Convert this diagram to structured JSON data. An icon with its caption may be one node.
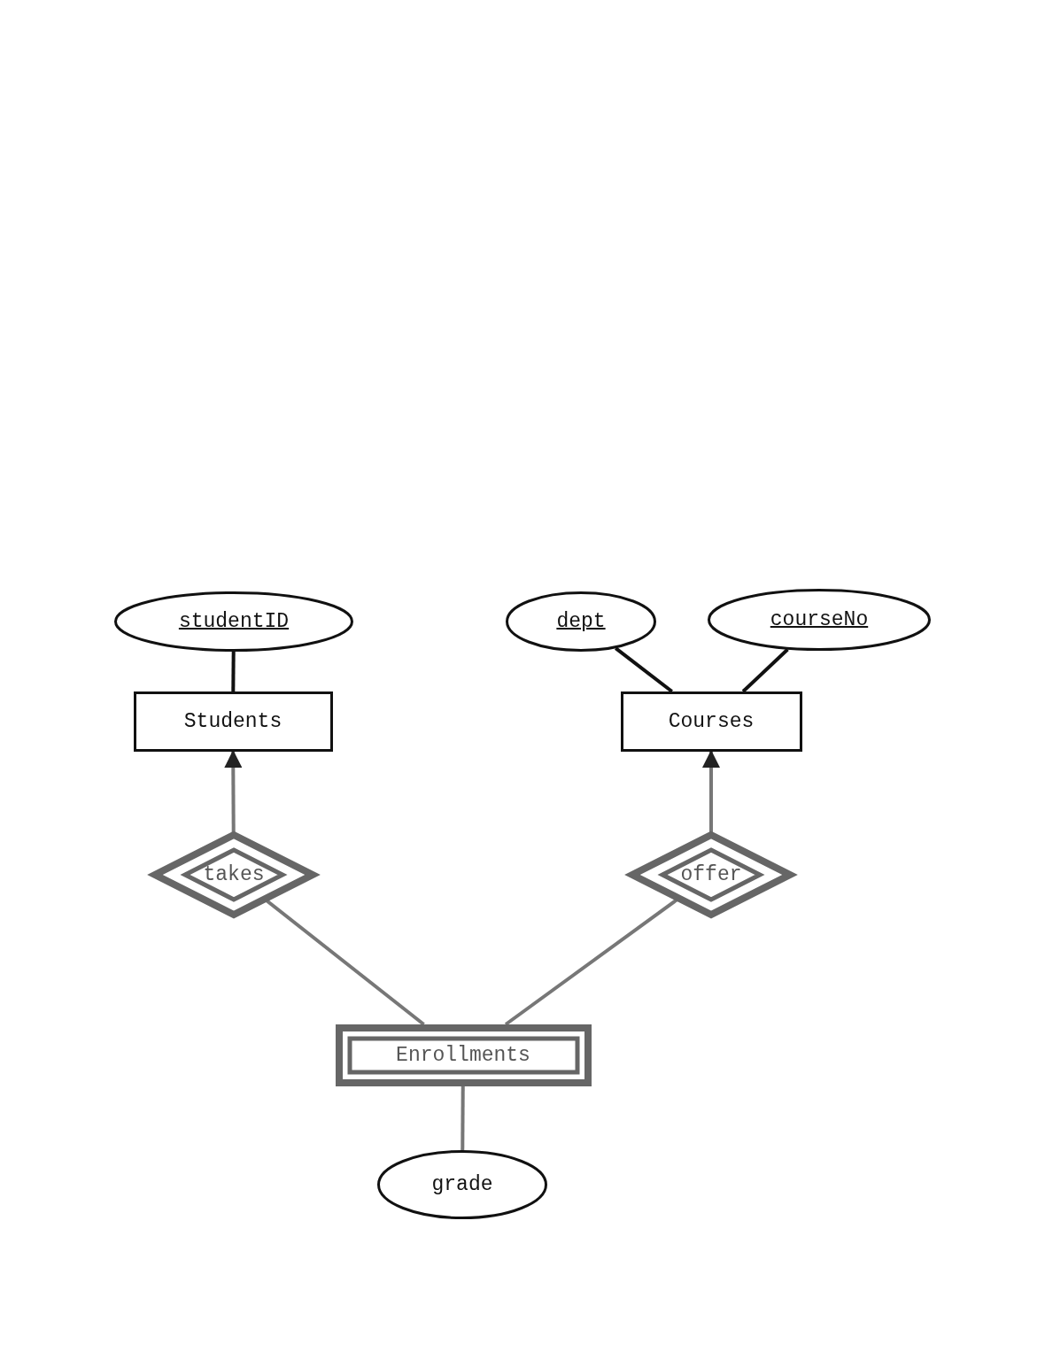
{
  "diagram": {
    "nodes": [
      {
        "text": [
          "studentID"
        ]
      },
      {
        "text": [
          "Students"
        ]
      },
      {
        "text": [
          "dept"
        ]
      },
      {
        "text": [
          "courseNo"
        ]
      },
      {
        "text": [
          "Courses"
        ]
      },
      {
        "text": [
          "takes"
        ]
      },
      {
        "text": [
          "offer"
        ]
      },
      {
        "text": [
          "Enrollments"
        ]
      },
      {
        "text": [
          "grade"
        ]
      }
    ],
    "edges": [
      {
        "from": 0,
        "to": 1,
        "arrow": "none",
        "color": "#111111"
      },
      {
        "from": 2,
        "to": 4,
        "arrow": "none",
        "color": "#111111"
      },
      {
        "from": 3,
        "to": 4,
        "arrow": "none",
        "color": "#111111"
      },
      {
        "from": 5,
        "to": 1,
        "arrow": "to"
      },
      {
        "from": 6,
        "to": 4,
        "arrow": "to"
      },
      {
        "from": 5,
        "to": 7,
        "arrow": "none"
      },
      {
        "from": 6,
        "to": 7,
        "arrow": "none"
      },
      {
        "from": 7,
        "to": 8,
        "arrow": "none"
      }
    ]
  }
}
